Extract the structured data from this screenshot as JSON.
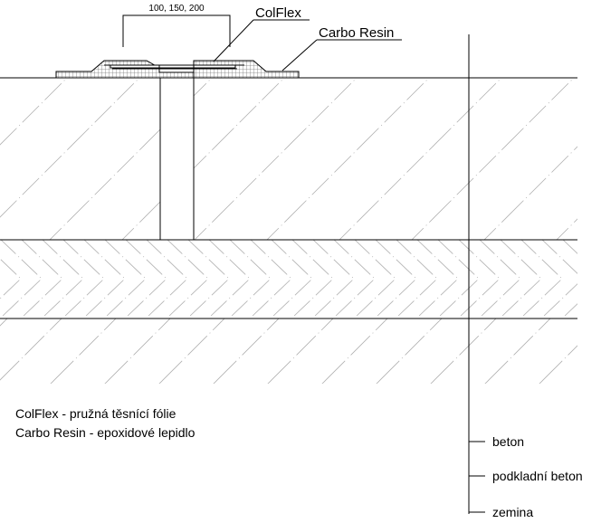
{
  "labels": {
    "dimension": "100, 150, 200",
    "colflex": "ColFlex",
    "carbo_resin": "Carbo Resin"
  },
  "legend": {
    "line1": "ColFlex - pružná těsnící fólie",
    "line2": "Carbo Resin - epoxidové lepidlo"
  },
  "layers": {
    "beton": "beton",
    "podkladni_beton": "podkladní beton",
    "zemina": "zemina"
  }
}
